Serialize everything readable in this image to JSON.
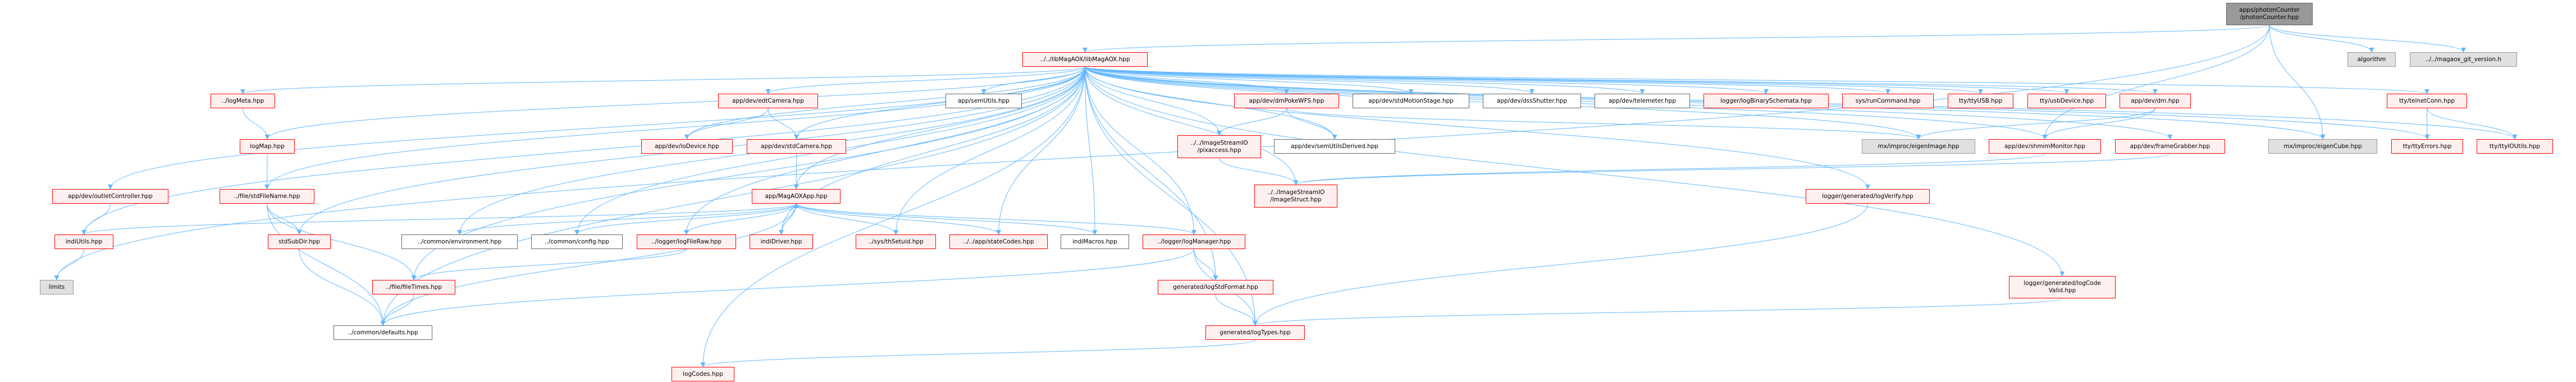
{
  "colors": {
    "edge": "#63b8ff",
    "red_border": "#ff0000",
    "red_fill": "#fff0f0",
    "root_fill": "#999999",
    "ext_fill": "#e0e0e0"
  },
  "nodes": {
    "photonCounter": {
      "label": "apps/photonCounter\n/photonCounter.hpp",
      "kind": "root"
    },
    "libMagAOX": {
      "label": "../../libMagAOX/libMagAOX.hpp",
      "kind": "red"
    },
    "algorithm": {
      "label": "algorithm",
      "kind": "ext"
    },
    "gitVersion": {
      "label": "../../magaox_git_version.h",
      "kind": "ext"
    },
    "logMeta": {
      "label": "../logMeta.hpp",
      "kind": "red"
    },
    "logMap": {
      "label": "logMap.hpp",
      "kind": "red"
    },
    "outletController": {
      "label": "app/dev/outletController.hpp",
      "kind": "red"
    },
    "stdFileName": {
      "label": "../file/stdFileName.hpp",
      "kind": "red"
    },
    "indiUtils": {
      "label": "indiUtils.hpp",
      "kind": "red"
    },
    "stdSubDir": {
      "label": "stdSubDir.hpp",
      "kind": "red"
    },
    "environment": {
      "label": "../common/environment.hpp",
      "kind": "plain"
    },
    "limits": {
      "label": "limits",
      "kind": "ext"
    },
    "fileTimes": {
      "label": "../file/fileTimes.hpp",
      "kind": "red"
    },
    "defaults": {
      "label": "../common/defaults.hpp",
      "kind": "plain"
    },
    "edtCamera": {
      "label": "app/dev/edtCamera.hpp",
      "kind": "red"
    },
    "ioDevice": {
      "label": "app/dev/ioDevice.hpp",
      "kind": "red"
    },
    "stdCamera": {
      "label": "app/dev/stdCamera.hpp",
      "kind": "red"
    },
    "MagAOXApp": {
      "label": "app/MagAOXApp.hpp",
      "kind": "red"
    },
    "config": {
      "label": "../common/config.hpp",
      "kind": "plain"
    },
    "logFileRaw": {
      "label": "../logger/logFileRaw.hpp",
      "kind": "red"
    },
    "indiDriver": {
      "label": "indiDriver.hpp",
      "kind": "red"
    },
    "thSetuid": {
      "label": "../sys/thSetuid.hpp",
      "kind": "red"
    },
    "logCodes": {
      "label": "logCodes.hpp",
      "kind": "red"
    },
    "semUtils": {
      "label": "app/semUtils.hpp",
      "kind": "plain"
    },
    "dmPokeWFS": {
      "label": "app/dev/dmPokeWFS.hpp",
      "kind": "red"
    },
    "pixaccess": {
      "label": "../../ImageStreamIO\n/pixaccess.hpp",
      "kind": "red"
    },
    "semUtilsDerived": {
      "label": "app/dev/semUtilsDerived.hpp",
      "kind": "plain"
    },
    "ImageStruct": {
      "label": "../../ImageStreamIO\n/ImageStruct.hpp",
      "kind": "red"
    },
    "stateCodes": {
      "label": "../../app/stateCodes.hpp",
      "kind": "red"
    },
    "indiMacros": {
      "label": "indiMacros.hpp",
      "kind": "plain"
    },
    "logManager": {
      "label": "../logger/logManager.hpp",
      "kind": "red"
    },
    "logStdFormat": {
      "label": "generated/logStdFormat.hpp",
      "kind": "red"
    },
    "logTypes": {
      "label": "generated/logTypes.hpp",
      "kind": "red"
    },
    "stdMotionStage": {
      "label": "app/dev/stdMotionStage.hpp",
      "kind": "plain"
    },
    "dssShutter": {
      "label": "app/dev/dssShutter.hpp",
      "kind": "plain"
    },
    "telemeter": {
      "label": "app/dev/telemeter.hpp",
      "kind": "plain"
    },
    "logBinarySchemata": {
      "label": "logger/logBinarySchemata.hpp",
      "kind": "red"
    },
    "runCommand": {
      "label": "sys/runCommand.hpp",
      "kind": "red"
    },
    "ttyUSB": {
      "label": "tty/ttyUSB.hpp",
      "kind": "red"
    },
    "usbDevice": {
      "label": "tty/usbDevice.hpp",
      "kind": "red"
    },
    "dm": {
      "label": "app/dev/dm.hpp",
      "kind": "red"
    },
    "eigenImage": {
      "label": "mx/improc/eigenImage.hpp",
      "kind": "ext"
    },
    "shmimMonitor": {
      "label": "app/dev/shmimMonitor.hpp",
      "kind": "red"
    },
    "frameGrabber": {
      "label": "app/dev/frameGrabber.hpp",
      "kind": "red"
    },
    "logVerify": {
      "label": "logger/generated/logVerify.hpp",
      "kind": "red"
    },
    "logCodeValid": {
      "label": "logger/generated/logCode\nValid.hpp",
      "kind": "red"
    },
    "telnetConn": {
      "label": "tty/telnetConn.hpp",
      "kind": "red"
    },
    "eigenCube": {
      "label": "mx/improc/eigenCube.hpp",
      "kind": "ext"
    },
    "ttyErrors": {
      "label": "tty/ttyErrors.hpp",
      "kind": "red"
    },
    "ttyIOUtils": {
      "label": "tty/ttyIOUtils.hpp",
      "kind": "red"
    }
  },
  "edges": [
    [
      "photonCounter",
      "libMagAOX"
    ],
    [
      "photonCounter",
      "algorithm"
    ],
    [
      "photonCounter",
      "gitVersion"
    ],
    [
      "photonCounter",
      "eigenCube"
    ],
    [
      "photonCounter",
      "shmimMonitor"
    ],
    [
      "photonCounter",
      "limits"
    ],
    [
      "libMagAOX",
      "logMeta"
    ],
    [
      "libMagAOX",
      "logMap"
    ],
    [
      "libMagAOX",
      "stdFileName"
    ],
    [
      "libMagAOX",
      "stdSubDir"
    ],
    [
      "libMagAOX",
      "outletController"
    ],
    [
      "libMagAOX",
      "indiUtils"
    ],
    [
      "libMagAOX",
      "environment"
    ],
    [
      "libMagAOX",
      "config"
    ],
    [
      "libMagAOX",
      "fileTimes"
    ],
    [
      "libMagAOX",
      "defaults"
    ],
    [
      "libMagAOX",
      "logFileRaw"
    ],
    [
      "libMagAOX",
      "indiDriver"
    ],
    [
      "libMagAOX",
      "edtCamera"
    ],
    [
      "libMagAOX",
      "ioDevice"
    ],
    [
      "libMagAOX",
      "stdCamera"
    ],
    [
      "libMagAOX",
      "MagAOXApp"
    ],
    [
      "libMagAOX",
      "thSetuid"
    ],
    [
      "libMagAOX",
      "semUtils"
    ],
    [
      "libMagAOX",
      "stateCodes"
    ],
    [
      "libMagAOX",
      "indiMacros"
    ],
    [
      "libMagAOX",
      "logManager"
    ],
    [
      "libMagAOX",
      "logStdFormat"
    ],
    [
      "libMagAOX",
      "logTypes"
    ],
    [
      "libMagAOX",
      "pixaccess"
    ],
    [
      "libMagAOX",
      "ImageStruct"
    ],
    [
      "libMagAOX",
      "dmPokeWFS"
    ],
    [
      "libMagAOX",
      "semUtilsDerived"
    ],
    [
      "libMagAOX",
      "stdMotionStage"
    ],
    [
      "libMagAOX",
      "dssShutter"
    ],
    [
      "libMagAOX",
      "telemeter"
    ],
    [
      "libMagAOX",
      "logBinarySchemata"
    ],
    [
      "libMagAOX",
      "runCommand"
    ],
    [
      "libMagAOX",
      "ttyUSB"
    ],
    [
      "libMagAOX",
      "usbDevice"
    ],
    [
      "libMagAOX",
      "dm"
    ],
    [
      "libMagAOX",
      "eigenImage"
    ],
    [
      "libMagAOX",
      "shmimMonitor"
    ],
    [
      "libMagAOX",
      "frameGrabber"
    ],
    [
      "libMagAOX",
      "logVerify"
    ],
    [
      "libMagAOX",
      "logCodeValid"
    ],
    [
      "libMagAOX",
      "telnetConn"
    ],
    [
      "libMagAOX",
      "ttyErrors"
    ],
    [
      "libMagAOX",
      "ttyIOUtils"
    ],
    [
      "libMagAOX",
      "eigenCube"
    ],
    [
      "libMagAOX",
      "logCodes"
    ],
    [
      "logMeta",
      "logMap"
    ],
    [
      "logMap",
      "stdFileName"
    ],
    [
      "stdFileName",
      "stdSubDir"
    ],
    [
      "stdFileName",
      "fileTimes"
    ],
    [
      "stdFileName",
      "defaults"
    ],
    [
      "stdSubDir",
      "defaults"
    ],
    [
      "fileTimes",
      "defaults"
    ],
    [
      "outletController",
      "indiUtils"
    ],
    [
      "indiUtils",
      "limits"
    ],
    [
      "edtCamera",
      "ioDevice"
    ],
    [
      "edtCamera",
      "stdCamera"
    ],
    [
      "stdCamera",
      "MagAOXApp"
    ],
    [
      "MagAOXApp",
      "indiUtils"
    ],
    [
      "MagAOXApp",
      "environment"
    ],
    [
      "MagAOXApp",
      "config"
    ],
    [
      "MagAOXApp",
      "logFileRaw"
    ],
    [
      "MagAOXApp",
      "indiDriver"
    ],
    [
      "MagAOXApp",
      "thSetuid"
    ],
    [
      "MagAOXApp",
      "stateCodes"
    ],
    [
      "MagAOXApp",
      "indiMacros"
    ],
    [
      "MagAOXApp",
      "logManager"
    ],
    [
      "MagAOXApp",
      "defaults"
    ],
    [
      "indiDriver",
      "MagAOXApp"
    ],
    [
      "logFileRaw",
      "fileTimes"
    ],
    [
      "dmPokeWFS",
      "pixaccess"
    ],
    [
      "dmPokeWFS",
      "semUtilsDerived"
    ],
    [
      "dmPokeWFS",
      "eigenImage"
    ],
    [
      "pixaccess",
      "ImageStruct"
    ],
    [
      "logManager",
      "logStdFormat"
    ],
    [
      "logManager",
      "logTypes"
    ],
    [
      "logManager",
      "defaults"
    ],
    [
      "logStdFormat",
      "logTypes"
    ],
    [
      "logTypes",
      "logCodes"
    ],
    [
      "dm",
      "eigenImage"
    ],
    [
      "dm",
      "shmimMonitor"
    ],
    [
      "shmimMonitor",
      "ImageStruct"
    ],
    [
      "frameGrabber",
      "ImageStruct"
    ],
    [
      "logVerify",
      "logTypes"
    ],
    [
      "logCodeValid",
      "logTypes"
    ],
    [
      "telnetConn",
      "ttyErrors"
    ],
    [
      "telnetConn",
      "ttyIOUtils"
    ]
  ]
}
